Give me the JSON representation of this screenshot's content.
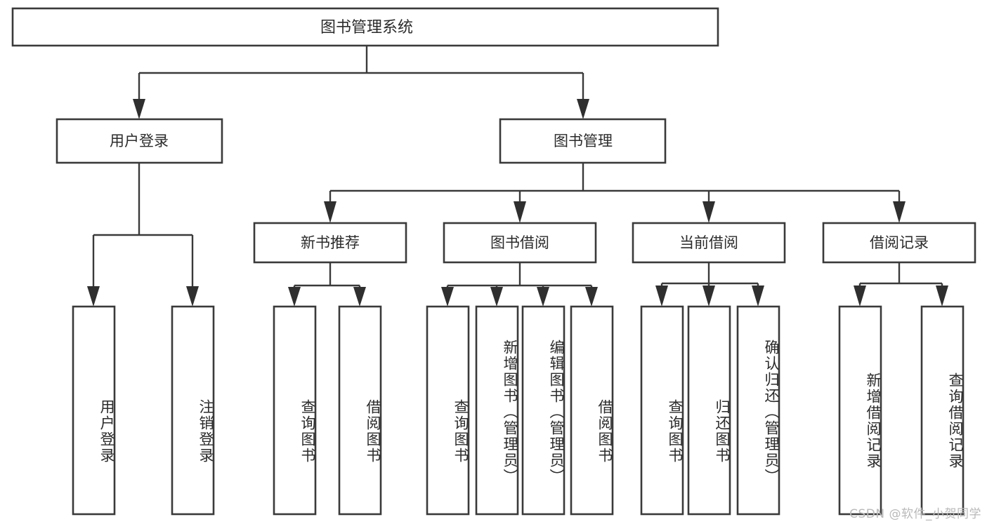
{
  "diagram": {
    "title": "图书管理系统",
    "type": "tree",
    "watermark": "CSDN @软件_小贺同学",
    "root": {
      "id": "root",
      "label": "图书管理系统"
    },
    "level2": [
      {
        "id": "user-login",
        "label": "用户登录"
      },
      {
        "id": "book-manage",
        "label": "图书管理"
      }
    ],
    "level3": [
      {
        "id": "new-book-recommend",
        "label": "新书推荐",
        "parent": "book-manage"
      },
      {
        "id": "book-borrow",
        "label": "图书借阅",
        "parent": "book-manage"
      },
      {
        "id": "current-borrow",
        "label": "当前借阅",
        "parent": "book-manage"
      },
      {
        "id": "borrow-record",
        "label": "借阅记录",
        "parent": "book-manage"
      }
    ],
    "leaves": [
      {
        "id": "leaf-user-login",
        "label": "用户登录",
        "parent": "user-login"
      },
      {
        "id": "leaf-logout-login",
        "label": "注销登录",
        "parent": "user-login"
      },
      {
        "id": "leaf-query-book-1",
        "label": "查询图书",
        "parent": "new-book-recommend"
      },
      {
        "id": "leaf-borrow-book-1",
        "label": "借阅图书",
        "parent": "new-book-recommend"
      },
      {
        "id": "leaf-query-book-2",
        "label": "查询图书",
        "parent": "book-borrow"
      },
      {
        "id": "leaf-add-book",
        "label": "新增图书（管理员）",
        "parent": "book-borrow"
      },
      {
        "id": "leaf-edit-book",
        "label": "编辑图书（管理员）",
        "parent": "book-borrow"
      },
      {
        "id": "leaf-borrow-book-2",
        "label": "借阅图书",
        "parent": "book-borrow"
      },
      {
        "id": "leaf-query-book-3",
        "label": "查询图书",
        "parent": "current-borrow"
      },
      {
        "id": "leaf-return-book",
        "label": "归还图书",
        "parent": "current-borrow"
      },
      {
        "id": "leaf-confirm-return",
        "label": "确认归还（管理员）",
        "parent": "current-borrow"
      },
      {
        "id": "leaf-add-record",
        "label": "新增借阅记录",
        "parent": "borrow-record"
      },
      {
        "id": "leaf-query-record",
        "label": "查询借阅记录",
        "parent": "borrow-record"
      }
    ],
    "colors": {
      "stroke": "#3a3a3a",
      "fill": "#ffffff",
      "text": "#2b2b2b",
      "watermark": "#b9b9b9"
    }
  }
}
